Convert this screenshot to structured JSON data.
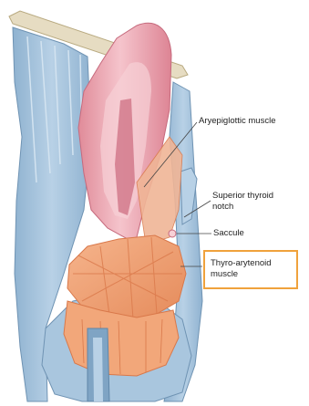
{
  "labels": {
    "aryepiglottic": "Aryepiglottic muscle",
    "superior_thyroid_notch": [
      "Superior thyroid",
      "notch"
    ],
    "saccule": "Saccule",
    "thyro_arytenoid": [
      "Thyro-arytenoid",
      "muscle"
    ]
  },
  "highlight": {
    "target": "Thyro-arytenoid muscle",
    "color": "#f0a23c"
  },
  "colors": {
    "cartilage_blue": "#a9c6de",
    "cartilage_dark": "#7fa4c4",
    "epiglottis_pink": "#eba3ae",
    "epiglottis_light": "#f7d0d6",
    "muscle_orange": "#f2a77a",
    "muscle_dark": "#d9784a",
    "bone_cream": "#e6dcc2"
  }
}
